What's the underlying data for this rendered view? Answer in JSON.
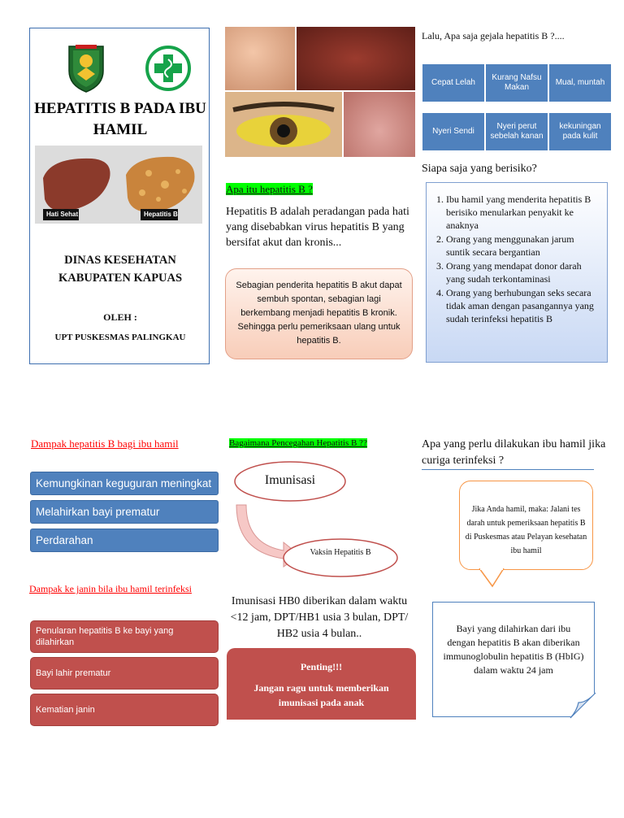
{
  "cover": {
    "title": "HEPATITIS B PADA IBU HAMIL",
    "liver_label_left": "Hati Sehat",
    "liver_label_right": "Hepatitis B",
    "department": "DINAS KESEHATAN KABUPATEN KAPUAS",
    "by_label": "OLEH :",
    "author": "UPT PUSKESMAS PALINGKAU"
  },
  "definition": {
    "heading": "Apa itu hepatitis B ?",
    "text": "Hepatitis B adalah peradangan pada hati yang disebabkan virus hepatitis B yang bersifat akut dan kronis...",
    "note": "Sebagian penderita hepatitis B akut dapat sembuh spontan, sebagian lagi berkembang menjadi hepatitis B kronik. Sehingga perlu pemeriksaan ulang untuk hepatitis B."
  },
  "symptoms": {
    "heading": "Lalu, Apa saja gejala hepatitis B ?....",
    "items": [
      "Cepat Lelah",
      "Kurang Nafsu Makan",
      "Mual, muntah",
      "Nyeri Sendi",
      "Nyeri perut sebelah kanan",
      "kekuningan pada kulit"
    ]
  },
  "risk": {
    "heading": "Siapa saja yang berisiko?",
    "items": [
      "Ibu hamil yang menderita hepatitis B berisiko menularkan penyakit ke anaknya",
      "Orang yang menggunakan jarum suntik secara bergantian",
      "Orang yang mendapat donor darah yang sudah terkontaminasi",
      "Orang yang berhubungan seks secara tidak aman dengan pasangannya yang sudah terinfeksi hepatitis B"
    ]
  },
  "mother_impact": {
    "heading": "Dampak hepatitis B bagi ibu hamil",
    "items": [
      "Kemungkinan keguguran meningkat",
      "Melahirkan bayi prematur",
      "Perdarahan"
    ]
  },
  "fetus_impact": {
    "heading": "Dampak ke janin bila ibu hamil terinfeksi",
    "items": [
      "Penularan hepatitis B ke bayi yang dilahirkan",
      "Bayi lahir prematur",
      "Kematian janin"
    ]
  },
  "prevention": {
    "heading": "Bagaimana Pencegahan Hepatitis B ??",
    "oval1": "Imunisasi",
    "oval2": "Vaksin Hepatitis B",
    "text": "Imunisasi HB0 diberikan dalam waktu <12 jam, DPT/HB1 usia 3 bulan, DPT/ HB2 usia 4 bulan..",
    "important_title": "Penting!!!",
    "important_text": "Jangan ragu untuk memberikan imunisasi pada anak"
  },
  "action": {
    "heading": "Apa yang perlu dilakukan ibu hamil jika curiga terinfeksi ?",
    "callout": "Jika Anda hamil, maka: Jalani tes darah untuk pemeriksaan hepatitis B di Puskesmas atau Pelayan kesehatan ibu hamil",
    "note": "Bayi yang dilahirkan dari ibu dengan hepatitis B akan diberikan immunoglobulin hepatitis B (HbIG) dalam waktu 24 jam"
  },
  "colors": {
    "blue": "#4f81bd",
    "red": "#c0504d",
    "highlight": "#00ff00",
    "heading_red": "#ff0000"
  }
}
